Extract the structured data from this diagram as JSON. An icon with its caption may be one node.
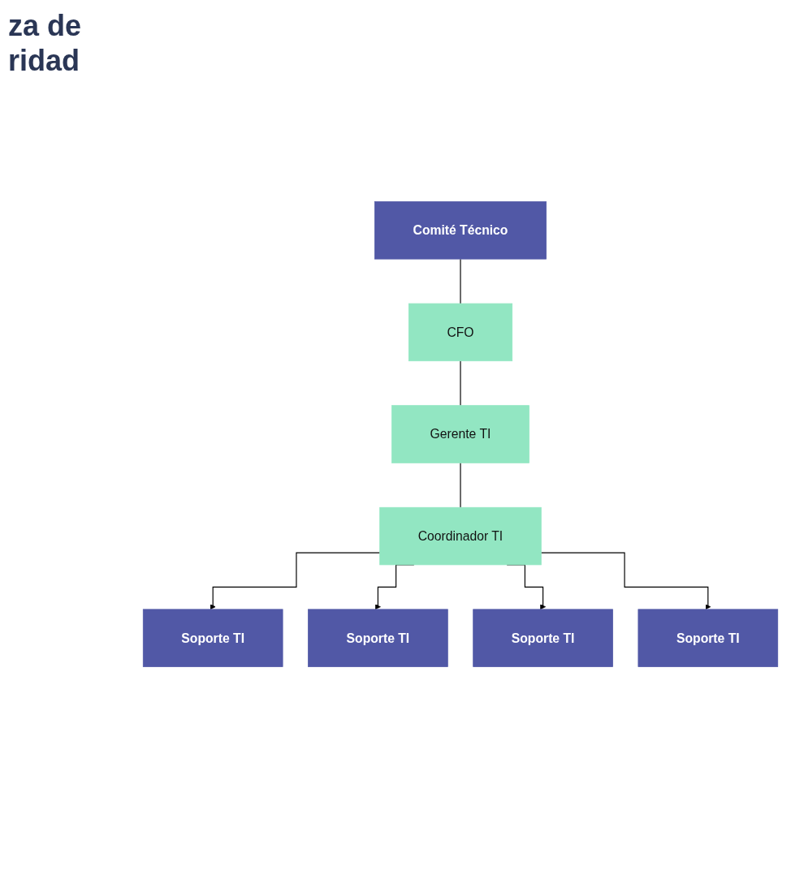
{
  "diagram": {
    "title": "za de ridad",
    "nodes": [
      {
        "text": [
          "Comité Técnico"
        ]
      },
      {
        "text": [
          "CFO"
        ]
      },
      {
        "text": [
          "Gerente TI"
        ]
      },
      {
        "text": [
          "Coordinador TI"
        ]
      },
      {
        "text": [
          "Soporte TI"
        ]
      },
      {
        "text": [
          "Soporte TI"
        ]
      },
      {
        "text": [
          "Soporte TI"
        ]
      },
      {
        "text": [
          "Soporte TI"
        ]
      }
    ],
    "edges": [
      {
        "from": 0,
        "to": 1,
        "arrow": "none"
      },
      {
        "from": 1,
        "to": 2,
        "arrow": "none"
      },
      {
        "from": 2,
        "to": 3,
        "arrow": "none"
      },
      {
        "from": 3,
        "to": 4,
        "arrow": "to"
      },
      {
        "from": 3,
        "to": 5,
        "arrow": "to"
      },
      {
        "from": 3,
        "to": 6,
        "arrow": "to"
      },
      {
        "from": 3,
        "to": 7,
        "arrow": "to"
      }
    ]
  }
}
